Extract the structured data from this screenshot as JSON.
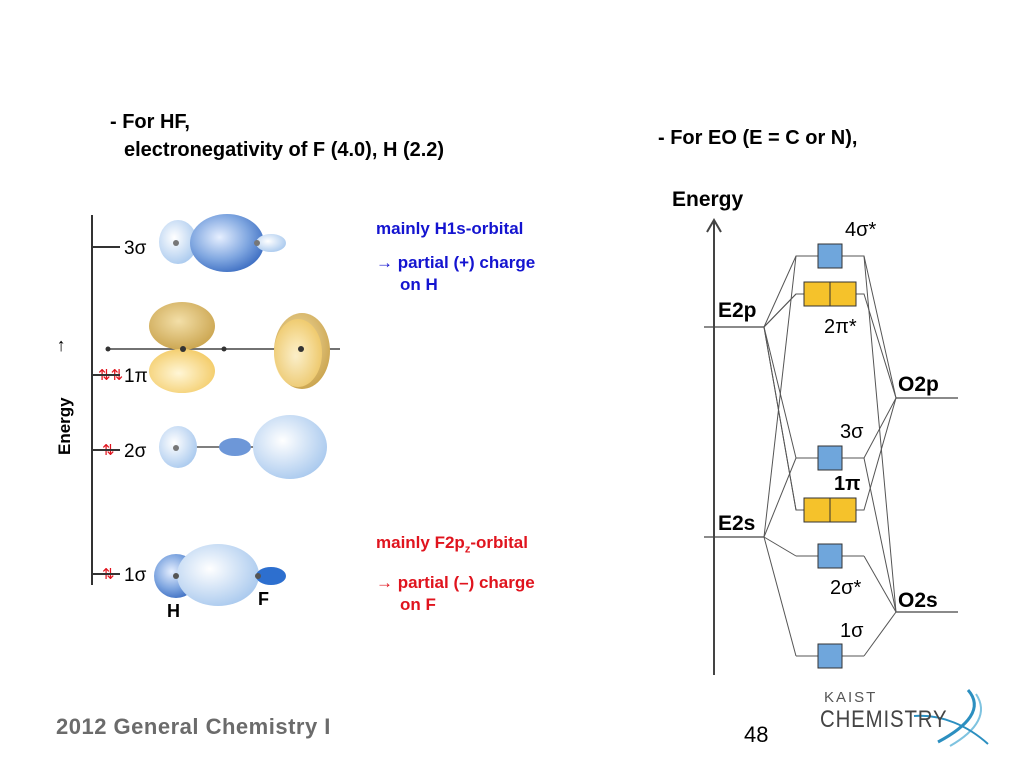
{
  "hf_heading": {
    "line1": "- For HF,",
    "line2": "electronegativity of F (4.0), H (2.2)"
  },
  "eo_heading": "- For EO (E = C or N),",
  "hf_diagram": {
    "axis_label": "Energy",
    "levels": [
      "3σ",
      "1π",
      "2σ",
      "1σ"
    ],
    "atom_h": "H",
    "atom_f": "F"
  },
  "notes": {
    "top": {
      "line1": "mainly H1s-orbital",
      "line2": "→ partial (+) charge",
      "line3": "on H",
      "color": "#1414d0"
    },
    "bottom": {
      "line1_pre": "mainly F2p",
      "line1_sub": "z",
      "line1_post": "-orbital",
      "line2": "→ partial (–) charge",
      "line3": "on F",
      "color": "#e0141e"
    }
  },
  "eo_diagram": {
    "axis_label": "Energy",
    "left_levels": [
      "E2p",
      "E2s"
    ],
    "right_levels": [
      "O2p",
      "O2s"
    ],
    "mo_labels": [
      "4σ*",
      "2π*",
      "3σ",
      "1π",
      "2σ*",
      "1σ"
    ],
    "colors": {
      "sigma_box": "#6fa6dc",
      "pi_box": "#f5c22b"
    }
  },
  "footer": {
    "course": "2012 General Chemistry I",
    "page": "48",
    "logo_top": "KAIST",
    "logo_bottom": "CHEMISTRY"
  }
}
